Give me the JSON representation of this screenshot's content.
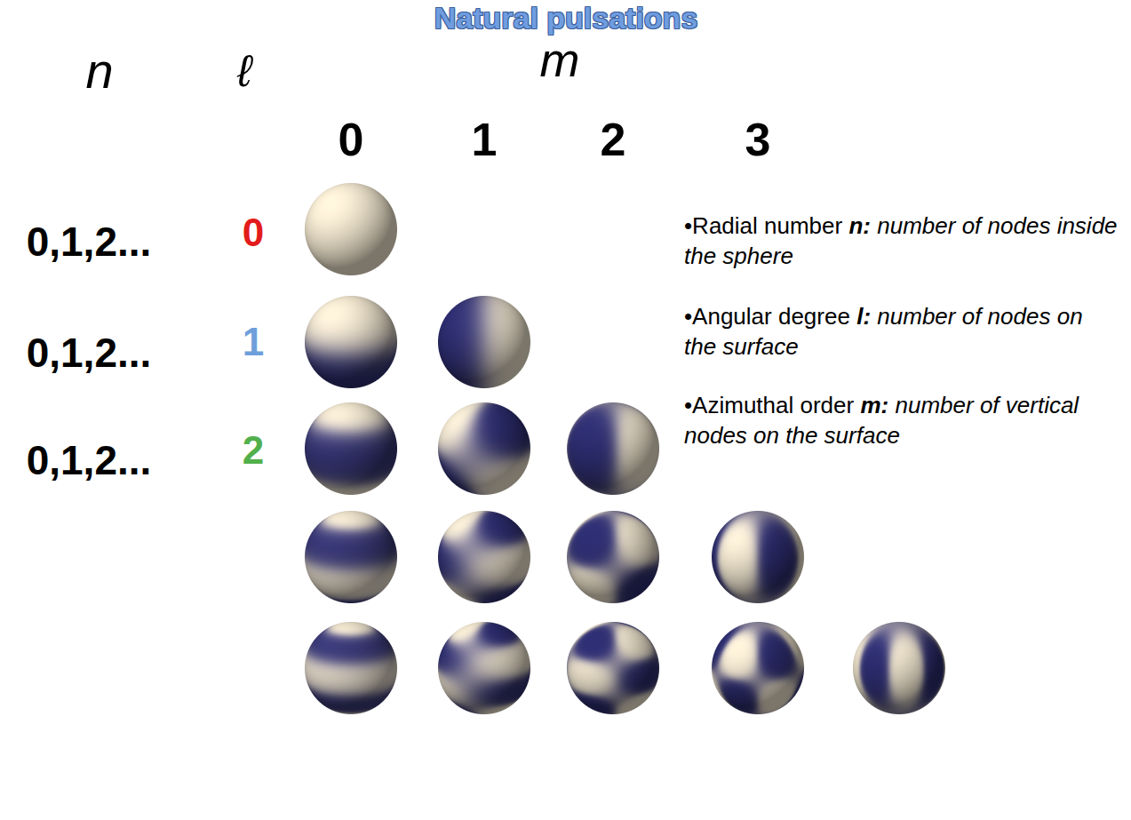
{
  "diagram": {
    "title": "Natural pulsations",
    "labels": [
      "n",
      "ℓ",
      "m",
      "0",
      "1",
      "2",
      "3",
      "0,1,2...",
      "0",
      "0,1,2...",
      "1",
      "0,1,2...",
      "2",
      "•Radial number",
      "n:",
      "number of nodes inside the sphere",
      "•Angular degree",
      "l:",
      "number of nodes on the surface",
      "•Azimuthal order",
      "m:",
      "number of vertical nodes on the surface"
    ]
  }
}
